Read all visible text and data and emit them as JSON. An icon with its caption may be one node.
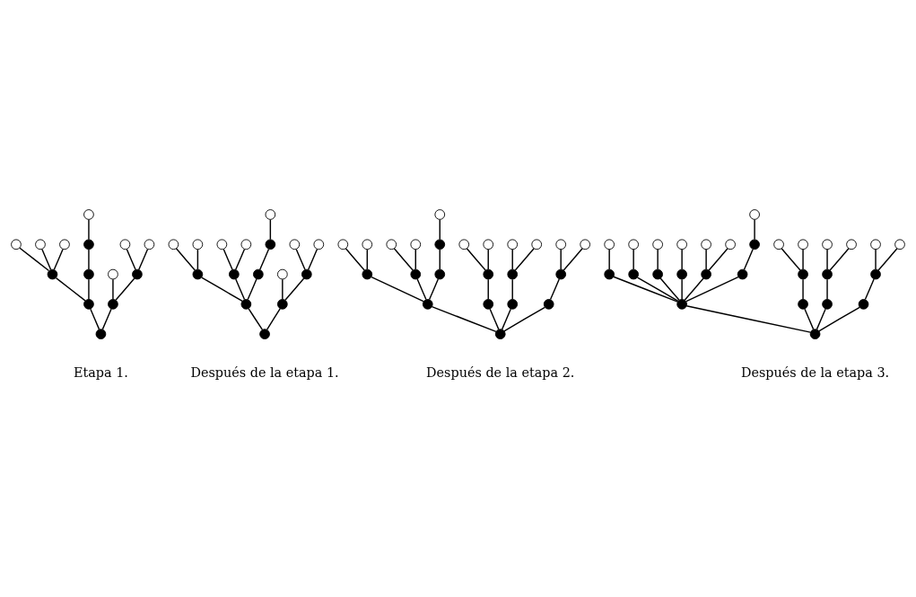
{
  "diagram": {
    "nodes": [
      {
        "text": [],
        "shape": "circle"
      },
      {
        "text": [],
        "shape": "circle"
      },
      {
        "text": [],
        "shape": "dot"
      },
      {
        "text": [],
        "shape": "circle"
      },
      {
        "text": [],
        "shape": "dot"
      },
      {
        "text": [],
        "shape": "dot"
      },
      {
        "text": [],
        "shape": "dot"
      },
      {
        "text": [],
        "shape": "circle"
      },
      {
        "text": [],
        "shape": "dot"
      },
      {
        "text": [],
        "shape": "circle"
      },
      {
        "text": [],
        "shape": "circle"
      },
      {
        "text": [],
        "shape": "dot"
      },
      {
        "text": [],
        "shape": "dot"
      },
      {
        "text": [],
        "shape": "circle"
      },
      {
        "text": [],
        "shape": "circle"
      },
      {
        "text": [],
        "shape": "circle"
      },
      {
        "text": [],
        "shape": "circle"
      },
      {
        "text": [],
        "shape": "circle"
      },
      {
        "text": [],
        "shape": "dot"
      },
      {
        "text": [],
        "shape": "dot"
      },
      {
        "text": [],
        "shape": "dot"
      },
      {
        "text": [],
        "shape": "dot"
      },
      {
        "text": [],
        "shape": "dot"
      },
      {
        "text": [],
        "shape": "circle"
      },
      {
        "text": [],
        "shape": "circle"
      },
      {
        "text": [],
        "shape": "dot"
      },
      {
        "text": [],
        "shape": "circle"
      },
      {
        "text": [],
        "shape": "dot"
      },
      {
        "text": [],
        "shape": "dot"
      },
      {
        "text": [],
        "shape": "circle"
      },
      {
        "text": [],
        "shape": "circle"
      },
      {
        "text": [],
        "shape": "circle"
      },
      {
        "text": [],
        "shape": "circle"
      },
      {
        "text": [],
        "shape": "circle"
      },
      {
        "text": [],
        "shape": "dot"
      },
      {
        "text": [],
        "shape": "dot"
      },
      {
        "text": [],
        "shape": "dot"
      },
      {
        "text": [],
        "shape": "dot"
      },
      {
        "text": [],
        "shape": "dot"
      },
      {
        "text": [],
        "shape": "circle"
      },
      {
        "text": [],
        "shape": "circle"
      },
      {
        "text": [],
        "shape": "dot"
      },
      {
        "text": [],
        "shape": "dot"
      },
      {
        "text": [],
        "shape": "dot"
      },
      {
        "text": [],
        "shape": "circle"
      },
      {
        "text": [],
        "shape": "circle"
      },
      {
        "text": [],
        "shape": "dot"
      },
      {
        "text": [],
        "shape": "dot"
      },
      {
        "text": [],
        "shape": "dot"
      },
      {
        "text": [],
        "shape": "circle"
      },
      {
        "text": [],
        "shape": "dot"
      },
      {
        "text": [],
        "shape": "circle"
      },
      {
        "text": [],
        "shape": "circle"
      },
      {
        "text": [],
        "shape": "circle"
      },
      {
        "text": [],
        "shape": "circle"
      },
      {
        "text": [],
        "shape": "circle"
      },
      {
        "text": [],
        "shape": "circle"
      },
      {
        "text": [],
        "shape": "circle"
      },
      {
        "text": [],
        "shape": "circle"
      },
      {
        "text": [],
        "shape": "dot"
      },
      {
        "text": [],
        "shape": "dot"
      },
      {
        "text": [],
        "shape": "dot"
      },
      {
        "text": [],
        "shape": "dot"
      },
      {
        "text": [],
        "shape": "dot"
      },
      {
        "text": [],
        "shape": "dot"
      },
      {
        "text": [],
        "shape": "dot"
      },
      {
        "text": [],
        "shape": "dot"
      },
      {
        "text": [],
        "shape": "circle"
      },
      {
        "text": [],
        "shape": "circle"
      },
      {
        "text": [],
        "shape": "dot"
      },
      {
        "text": [],
        "shape": "dot"
      },
      {
        "text": [],
        "shape": "dot"
      },
      {
        "text": [],
        "shape": "circle"
      },
      {
        "text": [],
        "shape": "circle"
      },
      {
        "text": [],
        "shape": "dot"
      },
      {
        "text": [],
        "shape": "dot"
      },
      {
        "text": [],
        "shape": "dot"
      },
      {
        "text": [],
        "shape": "circle"
      },
      {
        "text": [],
        "shape": "dot"
      },
      {
        "text": [],
        "shape": "circle"
      },
      {
        "text": [],
        "shape": "circle"
      }
    ],
    "edges": [
      {
        "from": 8,
        "to": 4,
        "arrow": "none"
      },
      {
        "from": 8,
        "to": 11,
        "arrow": "none"
      },
      {
        "from": 4,
        "to": 2,
        "arrow": "none"
      },
      {
        "from": 4,
        "to": 5,
        "arrow": "none"
      },
      {
        "from": 2,
        "to": 1,
        "arrow": "none"
      },
      {
        "from": 2,
        "to": 0,
        "arrow": "none"
      },
      {
        "from": 2,
        "to": 3,
        "arrow": "none"
      },
      {
        "from": 5,
        "to": 6,
        "arrow": "none"
      },
      {
        "from": 6,
        "to": 7,
        "arrow": "none"
      },
      {
        "from": 11,
        "to": 9,
        "arrow": "none"
      },
      {
        "from": 11,
        "to": 12,
        "arrow": "none"
      },
      {
        "from": 12,
        "to": 10,
        "arrow": "none"
      },
      {
        "from": 12,
        "to": 13,
        "arrow": "none"
      },
      {
        "from": 25,
        "to": 20,
        "arrow": "none"
      },
      {
        "from": 25,
        "to": 27,
        "arrow": "none"
      },
      {
        "from": 20,
        "to": 19,
        "arrow": "none"
      },
      {
        "from": 20,
        "to": 18,
        "arrow": "none"
      },
      {
        "from": 20,
        "to": 21,
        "arrow": "none"
      },
      {
        "from": 19,
        "to": 17,
        "arrow": "none"
      },
      {
        "from": 19,
        "to": 15,
        "arrow": "none"
      },
      {
        "from": 18,
        "to": 14,
        "arrow": "none"
      },
      {
        "from": 18,
        "to": 16,
        "arrow": "none"
      },
      {
        "from": 21,
        "to": 22,
        "arrow": "none"
      },
      {
        "from": 22,
        "to": 23,
        "arrow": "none"
      },
      {
        "from": 27,
        "to": 24,
        "arrow": "none"
      },
      {
        "from": 27,
        "to": 28,
        "arrow": "none"
      },
      {
        "from": 28,
        "to": 26,
        "arrow": "none"
      },
      {
        "from": 28,
        "to": 29,
        "arrow": "none"
      },
      {
        "from": 41,
        "to": 36,
        "arrow": "none"
      },
      {
        "from": 41,
        "to": 42,
        "arrow": "none"
      },
      {
        "from": 41,
        "to": 46,
        "arrow": "none"
      },
      {
        "from": 41,
        "to": 48,
        "arrow": "none"
      },
      {
        "from": 36,
        "to": 35,
        "arrow": "none"
      },
      {
        "from": 36,
        "to": 34,
        "arrow": "none"
      },
      {
        "from": 36,
        "to": 37,
        "arrow": "none"
      },
      {
        "from": 35,
        "to": 33,
        "arrow": "none"
      },
      {
        "from": 35,
        "to": 31,
        "arrow": "none"
      },
      {
        "from": 34,
        "to": 30,
        "arrow": "none"
      },
      {
        "from": 34,
        "to": 32,
        "arrow": "none"
      },
      {
        "from": 37,
        "to": 38,
        "arrow": "none"
      },
      {
        "from": 38,
        "to": 39,
        "arrow": "none"
      },
      {
        "from": 42,
        "to": 43,
        "arrow": "none"
      },
      {
        "from": 43,
        "to": 40,
        "arrow": "none"
      },
      {
        "from": 43,
        "to": 44,
        "arrow": "none"
      },
      {
        "from": 46,
        "to": 47,
        "arrow": "none"
      },
      {
        "from": 47,
        "to": 45,
        "arrow": "none"
      },
      {
        "from": 47,
        "to": 49,
        "arrow": "none"
      },
      {
        "from": 48,
        "to": 50,
        "arrow": "none"
      },
      {
        "from": 50,
        "to": 51,
        "arrow": "none"
      },
      {
        "from": 50,
        "to": 52,
        "arrow": "none"
      },
      {
        "from": 69,
        "to": 64,
        "arrow": "none"
      },
      {
        "from": 69,
        "to": 70,
        "arrow": "none"
      },
      {
        "from": 69,
        "to": 74,
        "arrow": "none"
      },
      {
        "from": 69,
        "to": 76,
        "arrow": "none"
      },
      {
        "from": 64,
        "to": 63,
        "arrow": "none"
      },
      {
        "from": 64,
        "to": 59,
        "arrow": "none"
      },
      {
        "from": 64,
        "to": 60,
        "arrow": "none"
      },
      {
        "from": 64,
        "to": 61,
        "arrow": "none"
      },
      {
        "from": 64,
        "to": 62,
        "arrow": "none"
      },
      {
        "from": 64,
        "to": 65,
        "arrow": "none"
      },
      {
        "from": 63,
        "to": 58,
        "arrow": "none"
      },
      {
        "from": 63,
        "to": 53,
        "arrow": "none"
      },
      {
        "from": 59,
        "to": 54,
        "arrow": "none"
      },
      {
        "from": 60,
        "to": 55,
        "arrow": "none"
      },
      {
        "from": 61,
        "to": 56,
        "arrow": "none"
      },
      {
        "from": 62,
        "to": 57,
        "arrow": "none"
      },
      {
        "from": 65,
        "to": 66,
        "arrow": "none"
      },
      {
        "from": 66,
        "to": 67,
        "arrow": "none"
      },
      {
        "from": 70,
        "to": 71,
        "arrow": "none"
      },
      {
        "from": 71,
        "to": 68,
        "arrow": "none"
      },
      {
        "from": 71,
        "to": 72,
        "arrow": "none"
      },
      {
        "from": 74,
        "to": 75,
        "arrow": "none"
      },
      {
        "from": 75,
        "to": 73,
        "arrow": "none"
      },
      {
        "from": 75,
        "to": 77,
        "arrow": "none"
      },
      {
        "from": 76,
        "to": 78,
        "arrow": "none"
      },
      {
        "from": 78,
        "to": 79,
        "arrow": "none"
      },
      {
        "from": 78,
        "to": 80,
        "arrow": "none"
      }
    ],
    "labels": [
      "Etapa 1.",
      "Después de la etapa 1.",
      "Después de la etapa 2.",
      "Después de la etapa 3."
    ]
  }
}
